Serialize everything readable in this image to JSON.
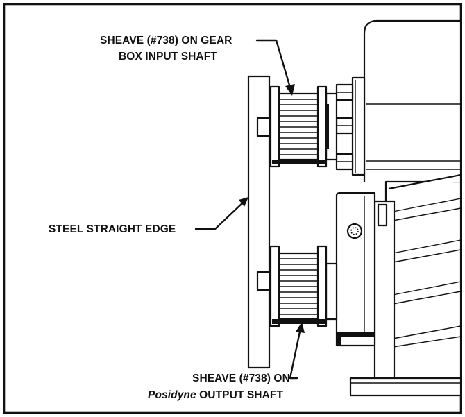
{
  "labels": {
    "gearbox_sheave_line1": "SHEAVE (#738) ON GEAR",
    "gearbox_sheave_line2": "BOX INPUT SHAFT",
    "straight_edge": "STEEL STRAIGHT EDGE",
    "output_sheave_line1": "SHEAVE (#738) ON",
    "output_sheave_line2_italic": "Posidyne",
    "output_sheave_line2_rest": " OUTPUT SHAFT"
  },
  "colors": {
    "ink": "#111111",
    "background": "#ffffff"
  }
}
